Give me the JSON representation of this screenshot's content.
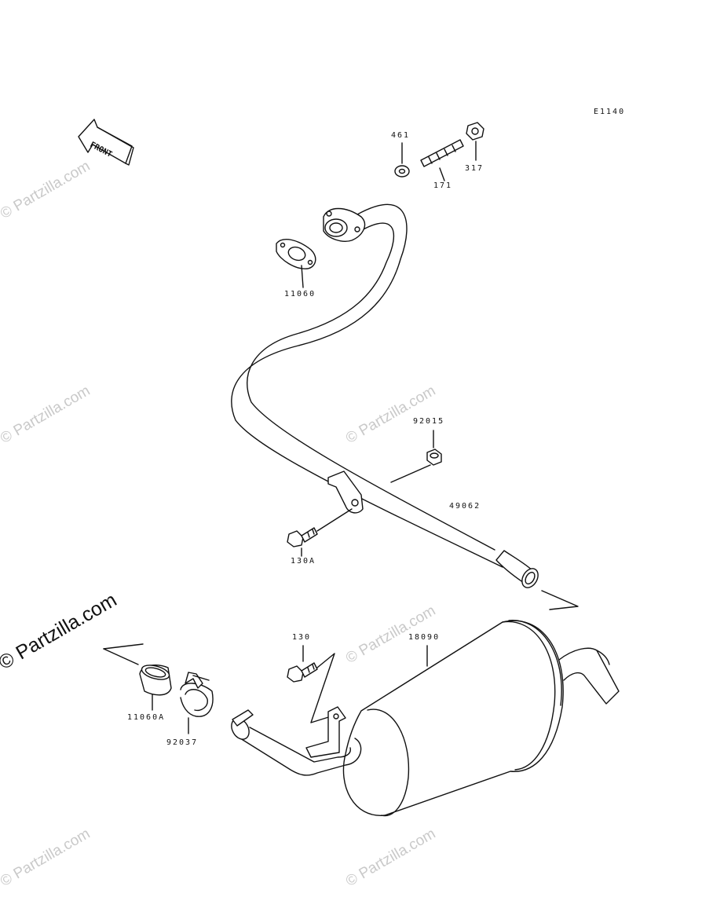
{
  "diagram": {
    "code": "E1140",
    "front_marker": "FRONT",
    "watermark": "© Partzilla.com",
    "parts": {
      "p461": "461",
      "p171": "171",
      "p317": "317",
      "p11060": "11060",
      "p92015": "92015",
      "p49062": "49062",
      "p130A": "130A",
      "p130": "130",
      "p18090": "18090",
      "p11060A": "11060A",
      "p92037": "92037"
    }
  }
}
